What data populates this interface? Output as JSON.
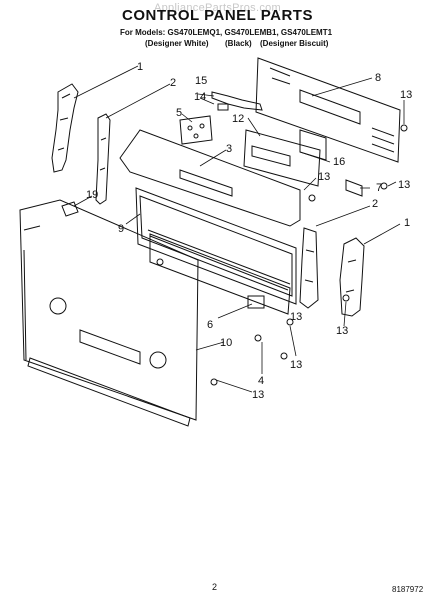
{
  "header": {
    "watermark": "AppliancePartsPros.com",
    "title": "CONTROL PANEL PARTS",
    "models": "For Models: GS470LEMQ1, GS470LEMB1, GS470LEMT1",
    "variants": [
      "(Designer White)",
      "(Black)",
      "(Designer Biscuit)"
    ]
  },
  "callouts": {
    "c1a": "1",
    "c1b": "1",
    "c2a": "2",
    "c2b": "2",
    "c3": "3",
    "c4": "4",
    "c5": "5",
    "c6": "6",
    "c7": "7",
    "c8": "8",
    "c9": "9",
    "c10": "10",
    "c12": "12",
    "c13a": "13",
    "c13b": "13",
    "c13c": "13",
    "c13d": "13",
    "c13e": "13",
    "c13f": "13",
    "c13g": "13",
    "c14": "14",
    "c15": "15",
    "c16": "16",
    "c19": "19"
  },
  "footer": {
    "page_number": "2",
    "document_number": "8187972"
  }
}
